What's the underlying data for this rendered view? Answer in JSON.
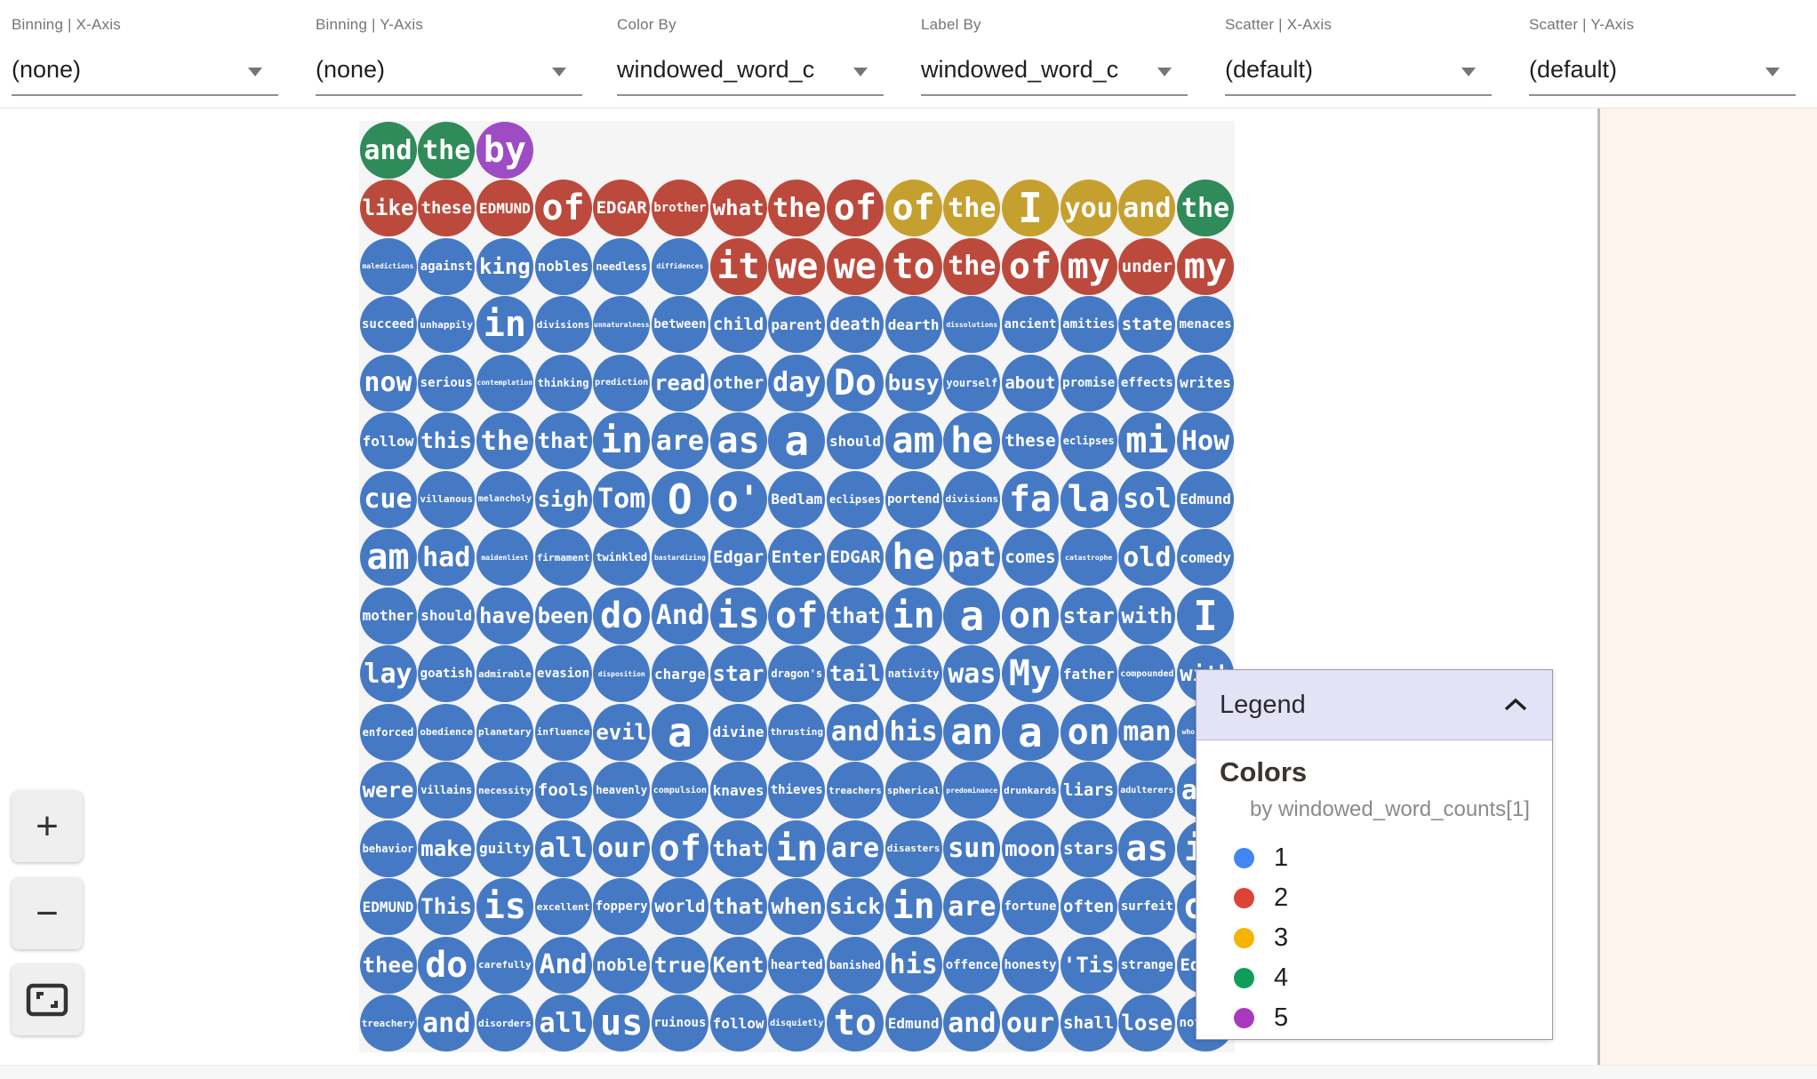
{
  "toolbar": {
    "dropdowns": [
      {
        "label": "Binning | X-Axis",
        "value": "(none)"
      },
      {
        "label": "Binning | Y-Axis",
        "value": "(none)"
      },
      {
        "label": "Color By",
        "value": "windowed_word_c"
      },
      {
        "label": "Label By",
        "value": "windowed_word_c"
      },
      {
        "label": "Scatter | X-Axis",
        "value": "(default)"
      },
      {
        "label": "Scatter | Y-Axis",
        "value": "(default)"
      }
    ]
  },
  "zoom_controls": {
    "zoom_in_label": "+",
    "zoom_out_label": "−",
    "fit_icon": "fit-to-screen-icon"
  },
  "legend": {
    "title": "Legend",
    "collapse_icon": "chevron-up-icon",
    "section_title": "Colors",
    "subtitle": "by windowed_word_counts[1]",
    "items": [
      {
        "label": "1",
        "color": "#4285f4"
      },
      {
        "label": "2",
        "color": "#db4437"
      },
      {
        "label": "3",
        "color": "#f4b400"
      },
      {
        "label": "4",
        "color": "#0f9d58"
      },
      {
        "label": "5",
        "color": "#a93abf"
      }
    ]
  },
  "grid_palette": {
    "1": "#4679c4",
    "2": "#bb4a3d",
    "3": "#c6a02f",
    "4": "#2f8b59",
    "5": "#9d4cc3"
  },
  "chart_data": {
    "type": "scatter",
    "note": "grid of word dots, color = windowed_word_counts[1] category 1-5",
    "rows": [
      [
        [
          "and",
          4
        ],
        [
          "the",
          4
        ],
        [
          "by",
          5
        ]
      ],
      [
        [
          "like",
          2
        ],
        [
          "these",
          2
        ],
        [
          "EDMUND",
          2
        ],
        [
          "of",
          2
        ],
        [
          "EDGAR",
          2
        ],
        [
          "brother",
          2
        ],
        [
          "what",
          2
        ],
        [
          "the",
          2
        ],
        [
          "of",
          2
        ],
        [
          "of",
          3
        ],
        [
          "the",
          3
        ],
        [
          "I",
          3
        ],
        [
          "you",
          3
        ],
        [
          "and",
          3
        ],
        [
          "the",
          4
        ]
      ],
      [
        [
          "maledictions",
          1
        ],
        [
          "against",
          1
        ],
        [
          "king",
          1
        ],
        [
          "nobles",
          1
        ],
        [
          "needless",
          1
        ],
        [
          "diffidences",
          1
        ],
        [
          "it",
          2
        ],
        [
          "we",
          2
        ],
        [
          "we",
          2
        ],
        [
          "to",
          2
        ],
        [
          "the",
          2
        ],
        [
          "of",
          2
        ],
        [
          "my",
          2
        ],
        [
          "under",
          2
        ],
        [
          "my",
          2
        ]
      ],
      [
        [
          "succeed",
          1
        ],
        [
          "unhappily",
          1
        ],
        [
          "in",
          1
        ],
        [
          "divisions",
          1
        ],
        [
          "unnaturalness",
          1
        ],
        [
          "between",
          1
        ],
        [
          "child",
          1
        ],
        [
          "parent",
          1
        ],
        [
          "death",
          1
        ],
        [
          "dearth",
          1
        ],
        [
          "dissolutions",
          1
        ],
        [
          "ancient",
          1
        ],
        [
          "amities",
          1
        ],
        [
          "state",
          1
        ],
        [
          "menaces",
          1
        ]
      ],
      [
        [
          "now",
          1
        ],
        [
          "serious",
          1
        ],
        [
          "contemplation",
          1
        ],
        [
          "thinking",
          1
        ],
        [
          "prediction",
          1
        ],
        [
          "read",
          1
        ],
        [
          "other",
          1
        ],
        [
          "day",
          1
        ],
        [
          "Do",
          1
        ],
        [
          "busy",
          1
        ],
        [
          "yourself",
          1
        ],
        [
          "about",
          1
        ],
        [
          "promise",
          1
        ],
        [
          "effects",
          1
        ],
        [
          "writes",
          1
        ]
      ],
      [
        [
          "follow",
          1
        ],
        [
          "this",
          1
        ],
        [
          "the",
          1
        ],
        [
          "that",
          1
        ],
        [
          "in",
          1
        ],
        [
          "are",
          1
        ],
        [
          "as",
          1
        ],
        [
          "a",
          1
        ],
        [
          "should",
          1
        ],
        [
          "am",
          1
        ],
        [
          "he",
          1
        ],
        [
          "these",
          1
        ],
        [
          "eclipses",
          1
        ],
        [
          "mi",
          1
        ],
        [
          "How",
          1
        ]
      ],
      [
        [
          "cue",
          1
        ],
        [
          "villanous",
          1
        ],
        [
          "melancholy",
          1
        ],
        [
          "sigh",
          1
        ],
        [
          "Tom",
          1
        ],
        [
          "O",
          1
        ],
        [
          "o'",
          1
        ],
        [
          "Bedlam",
          1
        ],
        [
          "eclipses",
          1
        ],
        [
          "portend",
          1
        ],
        [
          "divisions",
          1
        ],
        [
          "fa",
          1
        ],
        [
          "la",
          1
        ],
        [
          "sol",
          1
        ],
        [
          "Edmund",
          1
        ]
      ],
      [
        [
          "am",
          1
        ],
        [
          "had",
          1
        ],
        [
          "maidenliest",
          1
        ],
        [
          "firmament",
          1
        ],
        [
          "twinkled",
          1
        ],
        [
          "bastardizing",
          1
        ],
        [
          "Edgar",
          1
        ],
        [
          "Enter",
          1
        ],
        [
          "EDGAR",
          1
        ],
        [
          "he",
          1
        ],
        [
          "pat",
          1
        ],
        [
          "comes",
          1
        ],
        [
          "catastrophe",
          1
        ],
        [
          "old",
          1
        ],
        [
          "comedy",
          1
        ]
      ],
      [
        [
          "mother",
          1
        ],
        [
          "should",
          1
        ],
        [
          "have",
          1
        ],
        [
          "been",
          1
        ],
        [
          "do",
          1
        ],
        [
          "And",
          1
        ],
        [
          "is",
          1
        ],
        [
          "of",
          1
        ],
        [
          "that",
          1
        ],
        [
          "in",
          1
        ],
        [
          "a",
          1
        ],
        [
          "on",
          1
        ],
        [
          "star",
          1
        ],
        [
          "with",
          1
        ],
        [
          "I",
          1
        ]
      ],
      [
        [
          "lay",
          1
        ],
        [
          "goatish",
          1
        ],
        [
          "admirable",
          1
        ],
        [
          "evasion",
          1
        ],
        [
          "disposition",
          1
        ],
        [
          "charge",
          1
        ],
        [
          "star",
          1
        ],
        [
          "dragon's",
          1
        ],
        [
          "tail",
          1
        ],
        [
          "nativity",
          1
        ],
        [
          "was",
          1
        ],
        [
          "My",
          1
        ],
        [
          "father",
          1
        ],
        [
          "compounded",
          1
        ],
        [
          "with",
          1
        ]
      ],
      [
        [
          "enforced",
          1
        ],
        [
          "obedience",
          1
        ],
        [
          "planetary",
          1
        ],
        [
          "influence",
          1
        ],
        [
          "evil",
          1
        ],
        [
          "a",
          1
        ],
        [
          "divine",
          1
        ],
        [
          "thrusting",
          1
        ],
        [
          "and",
          1
        ],
        [
          "his",
          1
        ],
        [
          "an",
          1
        ],
        [
          "a",
          1
        ],
        [
          "on",
          1
        ],
        [
          "man",
          1
        ],
        [
          "whoremaster",
          1
        ]
      ],
      [
        [
          "were",
          1
        ],
        [
          "villains",
          1
        ],
        [
          "necessity",
          1
        ],
        [
          "fools",
          1
        ],
        [
          "heavenly",
          1
        ],
        [
          "compulsion",
          1
        ],
        [
          "knaves",
          1
        ],
        [
          "thieves",
          1
        ],
        [
          "treachers",
          1
        ],
        [
          "spherical",
          1
        ],
        [
          "predominance",
          1
        ],
        [
          "drunkards",
          1
        ],
        [
          "liars",
          1
        ],
        [
          "adulterers",
          1
        ],
        [
          "and",
          1
        ]
      ],
      [
        [
          "behavior",
          1
        ],
        [
          "make",
          1
        ],
        [
          "guilty",
          1
        ],
        [
          "all",
          1
        ],
        [
          "our",
          1
        ],
        [
          "of",
          1
        ],
        [
          "that",
          1
        ],
        [
          "in",
          1
        ],
        [
          "are",
          1
        ],
        [
          "disasters",
          1
        ],
        [
          "sun",
          1
        ],
        [
          "moon",
          1
        ],
        [
          "stars",
          1
        ],
        [
          "as",
          1
        ],
        [
          "if",
          1
        ]
      ],
      [
        [
          "EDMUND",
          1
        ],
        [
          "This",
          1
        ],
        [
          "is",
          1
        ],
        [
          "excellent",
          1
        ],
        [
          "foppery",
          1
        ],
        [
          "world",
          1
        ],
        [
          "that",
          1
        ],
        [
          "when",
          1
        ],
        [
          "sick",
          1
        ],
        [
          "in",
          1
        ],
        [
          "are",
          1
        ],
        [
          "fortune",
          1
        ],
        [
          "often",
          1
        ],
        [
          "surfeit",
          1
        ],
        [
          "of",
          1
        ]
      ],
      [
        [
          "thee",
          1
        ],
        [
          "do",
          1
        ],
        [
          "carefully",
          1
        ],
        [
          "And",
          1
        ],
        [
          "noble",
          1
        ],
        [
          "true",
          1
        ],
        [
          "Kent",
          1
        ],
        [
          "hearted",
          1
        ],
        [
          "banished",
          1
        ],
        [
          "his",
          1
        ],
        [
          "offence",
          1
        ],
        [
          "honesty",
          1
        ],
        [
          "'Tis",
          1
        ],
        [
          "strange",
          1
        ],
        [
          "Edgar",
          1
        ]
      ],
      [
        [
          "treachery",
          1
        ],
        [
          "and",
          1
        ],
        [
          "disorders",
          1
        ],
        [
          "all",
          1
        ],
        [
          "us",
          1
        ],
        [
          "ruinous",
          1
        ],
        [
          "follow",
          1
        ],
        [
          "disquietly",
          1
        ],
        [
          "to",
          1
        ],
        [
          "Edmund",
          1
        ],
        [
          "and",
          1
        ],
        [
          "our",
          1
        ],
        [
          "shall",
          1
        ],
        [
          "lose",
          1
        ],
        [
          "nothing",
          1
        ]
      ]
    ]
  }
}
